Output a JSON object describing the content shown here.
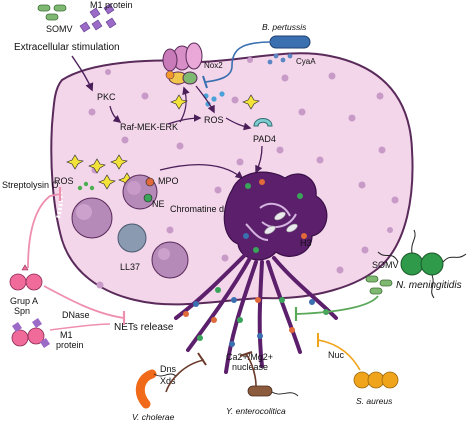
{
  "labels": {
    "m1_protein_top": "M1 protein",
    "somv_top": "SOMV",
    "extracellular_stimulation": "Extracellular stimulation",
    "pkc": "PKC",
    "raf_mek_erk": "Raf-MEK-ERK",
    "nox2": "Nox2",
    "b_pertussis": "B. pertussis",
    "cyaa": "CyaA",
    "ros_center": "ROS",
    "pad4": "PAD4",
    "ros_left": "ROS",
    "mpo": "MPO",
    "ne": "NE",
    "streptolysin_o": "Streptolysin O",
    "chromatine_descondensation": "Chromatine descondensation",
    "h3": "H3",
    "ll37": "LL37",
    "somv_right": "SOMV",
    "n_meningitidis": "N. meningitidis",
    "grupa_spn": "Grup A",
    "grupa_spn_2": "Spn",
    "dnase": "DNase",
    "nets_release": "NETs release",
    "m1_protein_left": "M1",
    "m1_protein_left_2": "protein",
    "dns": "Dns",
    "xds": "Xds",
    "ca_mg_nuclease": "Ca2+/Mg2+",
    "ca_mg_nuclease_2": "nuclease",
    "nuc": "Nuc",
    "v_cholerae": "V. cholerae",
    "y_enterocolitica": "Y. enterocolitica",
    "s_aureus": "S. aureus"
  },
  "colors": {
    "cell_fill": "#f3d6ea",
    "cell_stroke": "#5a2a5a",
    "nucleus": "#5b1f6b",
    "granule": "#b58ab8",
    "inhibit_pink": "#ef8fb0",
    "inhibit_green": "#5aa85a",
    "somv_green": "#7fb870",
    "cyaa_blue": "#3a6fb0",
    "nuc_orange": "#f0a41c",
    "brown": "#8c5a3c"
  }
}
